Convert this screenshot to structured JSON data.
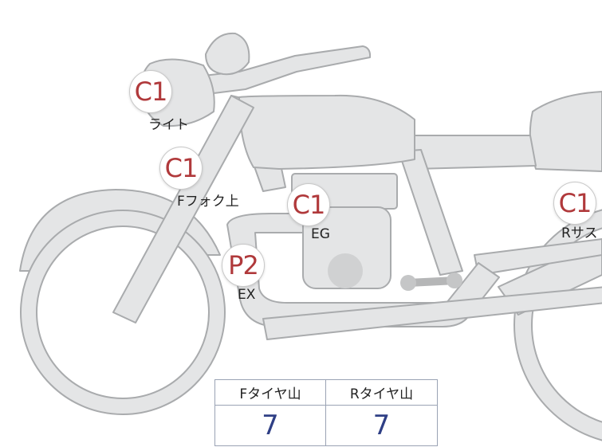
{
  "markers": [
    {
      "code": "C1",
      "label": "ライト"
    },
    {
      "code": "C1",
      "label": "Fフォク上"
    },
    {
      "code": "C1",
      "label": "EG"
    },
    {
      "code": "P2",
      "label": "EX"
    },
    {
      "code": "C1",
      "label": "Rサス"
    }
  ],
  "tread_table": {
    "headers": [
      "Fタイヤ山",
      "Rタイヤ山"
    ],
    "values": [
      "7",
      "7"
    ]
  },
  "colors": {
    "marker_text": "#b0393b",
    "bike_fill": "#e4e5e6",
    "bike_stroke": "#a9abad",
    "table_value": "#2f3f85"
  }
}
